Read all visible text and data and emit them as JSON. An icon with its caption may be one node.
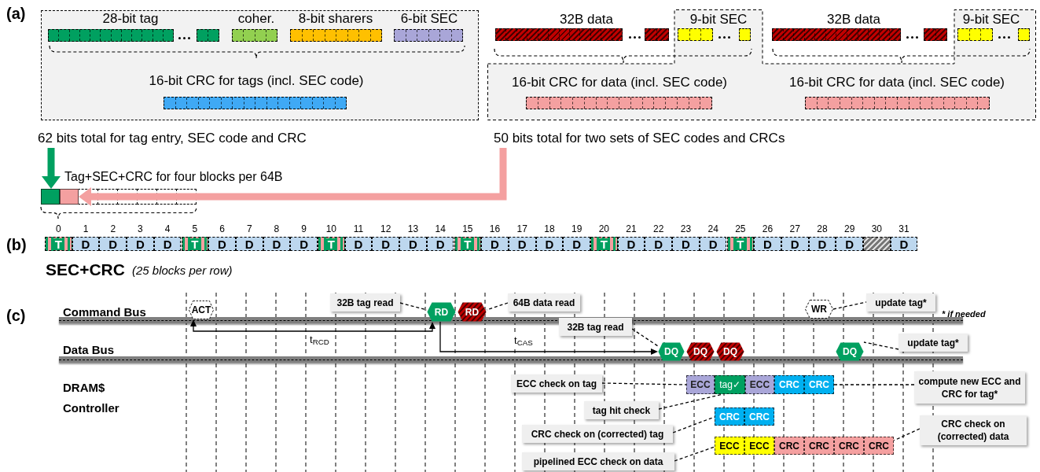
{
  "diagram": {
    "nodes": [
      {
        "text": [
          "28-bit tag",
          "coher.",
          "8-bit sharers",
          "6-bit SEC",
          "16-bit CRC for tags (incl. SEC code)"
        ]
      },
      {
        "text": [
          "32B data",
          "9-bit SEC",
          "16-bit CRC for data (incl. SEC code)",
          "32B data",
          "9-bit SEC",
          "16-bit CRC for data (incl. SEC code)"
        ]
      },
      {
        "text": [
          "62 bits total for tag entry, SEC code and CRC"
        ]
      },
      {
        "text": [
          "50 bits total for two sets of SEC codes and CRCs"
        ]
      },
      {
        "text": [],
        "shape": "box"
      },
      {
        "text": [],
        "shape": "box"
      },
      {
        "text": [
          "32B tag read"
        ]
      },
      {
        "text": [
          "RD"
        ]
      },
      {
        "text": [
          "RD"
        ]
      },
      {
        "text": [
          "64B data read"
        ]
      },
      {
        "text": [
          "ACT"
        ]
      },
      {
        "text": [
          "WR"
        ]
      },
      {
        "text": [
          "update tag*"
        ]
      },
      {
        "text": [
          "32B tag read"
        ]
      },
      {
        "text": [
          "DQ"
        ]
      },
      {
        "text": [
          "DQ"
        ]
      },
      {
        "text": [
          "DQ"
        ]
      },
      {
        "text": [
          "DQ"
        ]
      },
      {
        "text": [
          "update tag*"
        ]
      },
      {
        "text": [
          "ECC check on tag"
        ]
      },
      {
        "text": [
          "ECC"
        ]
      },
      {
        "text": [
          "tag✓"
        ]
      },
      {
        "text": [
          "ECC"
        ]
      },
      {
        "text": [
          "CRC"
        ]
      },
      {
        "text": [
          "CRC"
        ]
      },
      {
        "text": [
          "compute new ECC and CRC for tag*"
        ]
      },
      {
        "text": [
          "tag hit check"
        ]
      },
      {
        "text": [
          "CRC"
        ]
      },
      {
        "text": [
          "CRC"
        ]
      },
      {
        "text": [
          "CRC check on (corrected) tag"
        ]
      },
      {
        "text": [
          "CRC check on (corrected) data"
        ]
      },
      {
        "text": [
          "ECC"
        ]
      },
      {
        "text": [
          "ECC"
        ]
      },
      {
        "text": [
          "CRC"
        ]
      },
      {
        "text": [
          "CRC"
        ]
      },
      {
        "text": [
          "CRC"
        ]
      },
      {
        "text": [
          "CRC"
        ]
      },
      {
        "text": [
          "pipelined ECC check on data"
        ]
      }
    ],
    "edges": [
      {
        "from": 2,
        "to": 4,
        "arrow": "to",
        "style": "thick",
        "color": "#00a060"
      },
      {
        "from": 3,
        "to": 5,
        "arrow": "to",
        "style": "thick",
        "color": "#f4a0a0"
      },
      {
        "from": 6,
        "to": 7,
        "arrow": "none",
        "style": "dashed"
      },
      {
        "from": 9,
        "to": 8,
        "arrow": "none",
        "style": "dashed"
      },
      {
        "from": 11,
        "to": 12,
        "arrow": "none",
        "style": "dashed"
      },
      {
        "from": 13,
        "to": 14,
        "arrow": "none",
        "style": "dashed"
      },
      {
        "from": 7,
        "to": 14,
        "arrow": "to",
        "label": "t$_{CAS}$"
      },
      {
        "from": 18,
        "to": 17,
        "arrow": "none",
        "style": "dashed"
      },
      {
        "from": 19,
        "to": 20,
        "arrow": "none",
        "style": "dashed"
      },
      {
        "from": 26,
        "to": 21,
        "arrow": "none",
        "style": "dashed"
      },
      {
        "from": 25,
        "to": 24,
        "arrow": "none",
        "style": "dashed"
      },
      {
        "from": 29,
        "to": 27,
        "arrow": "none",
        "style": "dashed"
      },
      {
        "from": 37,
        "to": 31,
        "arrow": "none",
        "style": "dashed"
      },
      {
        "from": 30,
        "to": 36,
        "arrow": "none",
        "style": "dashed"
      },
      {
        "from": 10,
        "to": 7,
        "arrow": "both",
        "label": "t$_{RCD}$"
      }
    ],
    "labels": [
      "(a)",
      "Tag+SEC+CRC for four blocks per 64B",
      "(b)",
      "0",
      "1",
      "2",
      "3",
      "4",
      "5",
      "6",
      "7",
      "8",
      "9",
      "10",
      "11",
      "12",
      "13",
      "14",
      "15",
      "16",
      "17",
      "18",
      "19",
      "20",
      "21",
      "22",
      "23",
      "24",
      "25",
      "26",
      "27",
      "28",
      "29",
      "30",
      "31",
      "T",
      "D",
      "D",
      "D",
      "D",
      "T",
      "D",
      "D",
      "D",
      "D",
      "T",
      "D",
      "D",
      "D",
      "D",
      "T",
      "D",
      "D",
      "D",
      "D",
      "T",
      "D",
      "D",
      "D",
      "D",
      "T",
      "D",
      "D",
      "D",
      "D",
      "D",
      "SEC+CRC",
      "(25 blocks per row)",
      "(c)",
      "Command Bus",
      "Data Bus",
      "DRAM$ Controller",
      "* if needed"
    ]
  }
}
